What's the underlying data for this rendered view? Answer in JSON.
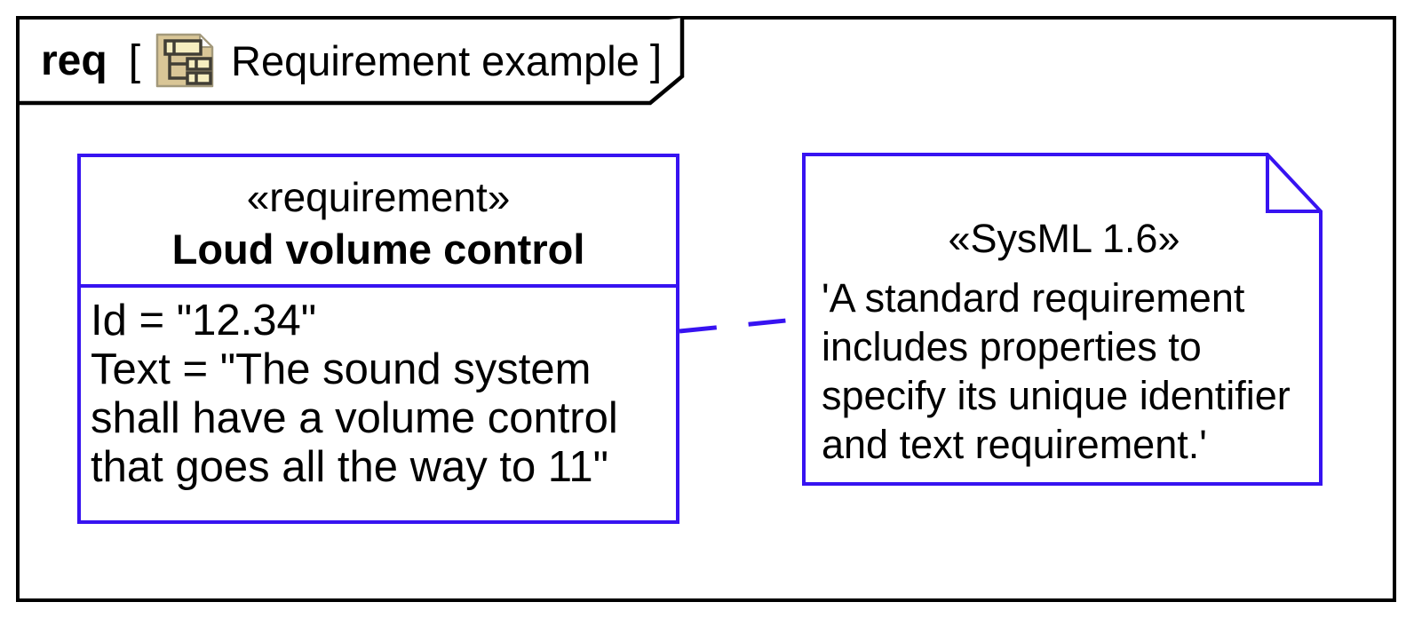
{
  "colors": {
    "node-border": "#3713f1",
    "frame-border": "#000000",
    "icon-tan": "#d9c697",
    "icon-cream": "#f6eec0",
    "icon-stroke": "#413e35",
    "icon-outline": "#a3997b"
  },
  "frame": {
    "kind": "req",
    "bracket_open": "[",
    "bracket_close": "]",
    "diagram_name": "Requirement example",
    "icon": "requirement-diagram-icon"
  },
  "requirement": {
    "stereotype": "«requirement»",
    "name": "Loud volume control",
    "id_property": "Id = \"12.34\"",
    "text_property": "Text = \"The sound system shall have a volume control that goes all the way to 11\""
  },
  "note": {
    "stereotype": "«SysML 1.6»",
    "body": "'A standard requirement includes properties to specify its unique identifier and text requirement.'"
  }
}
